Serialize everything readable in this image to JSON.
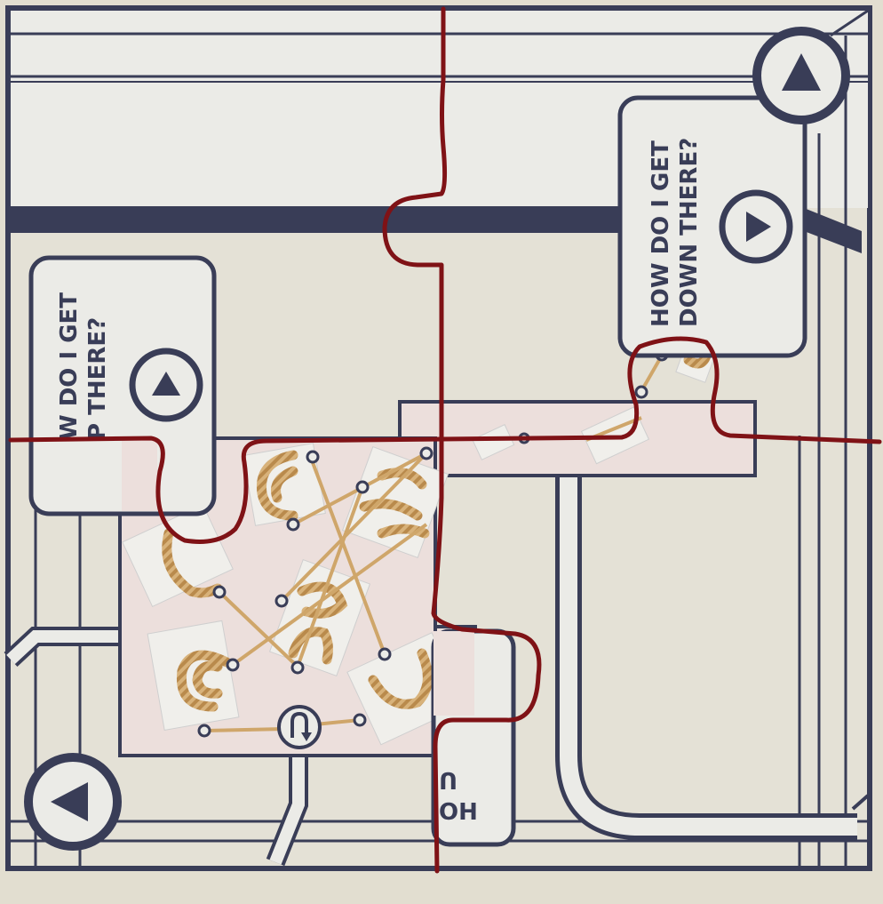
{
  "game": {
    "theme": {
      "ink": "#393d57",
      "paper": "#ebebe7",
      "floor": "#e4e1d6",
      "tile": "#ecdfdc",
      "rope": "#d2a96a",
      "cut_line": "#7f1216"
    },
    "hints": {
      "down_line1": "HOW DO I GET",
      "down_line2": "DOWN THERE?",
      "up_line1": "W DO I GET",
      "up_line2": "P THERE?",
      "partial_line1": "ᑎ",
      "partial_line2": "OH"
    },
    "buttons": {
      "up": "up-arrow",
      "left": "left-arrow",
      "undo": "undo-arrow"
    }
  }
}
